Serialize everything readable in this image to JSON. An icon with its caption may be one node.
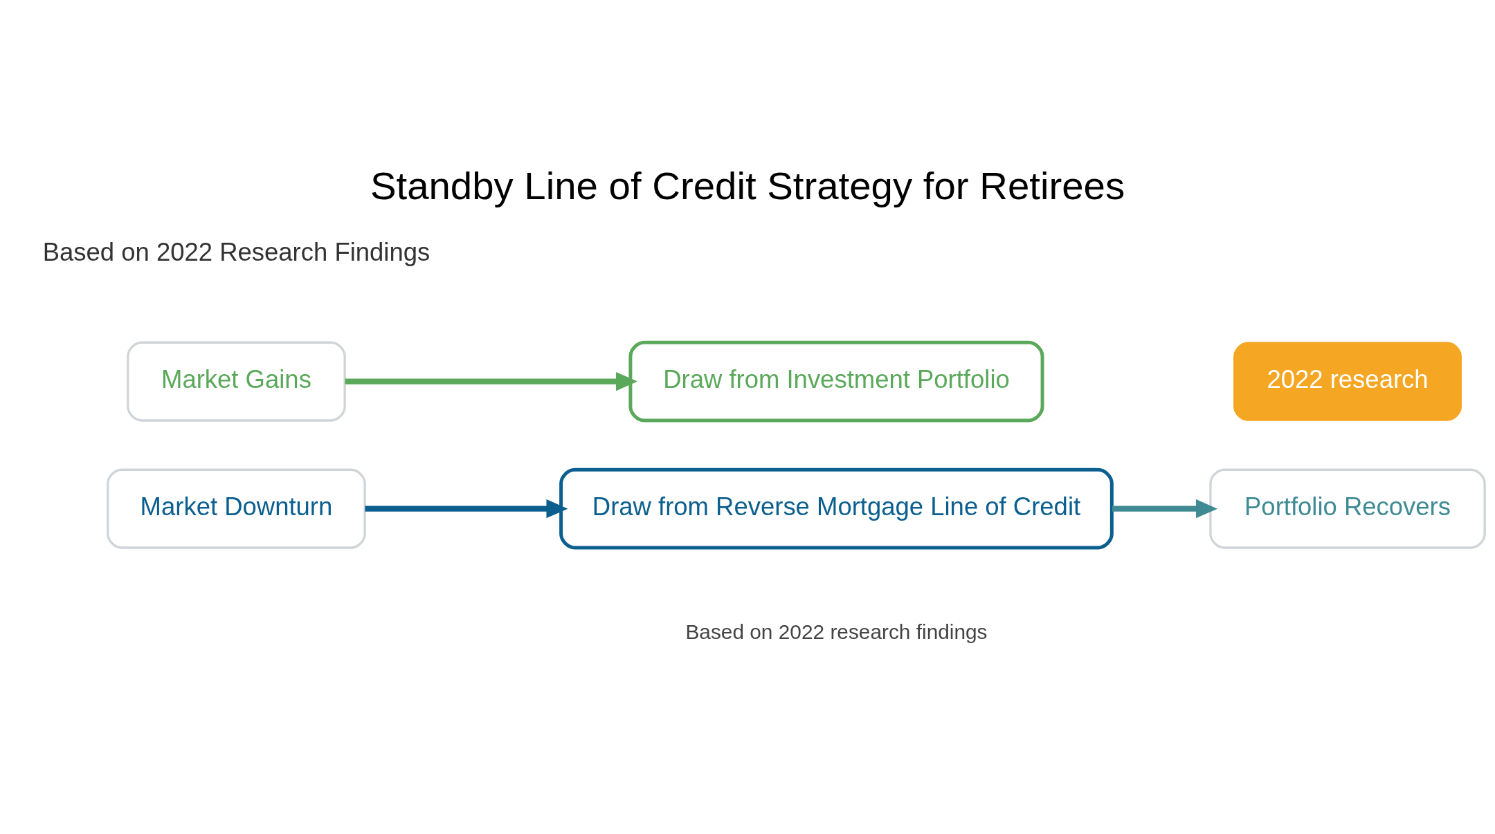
{
  "diagram": {
    "title": "Standby Line of Credit Strategy for Retirees",
    "caption": "Based on 2022 research findings",
    "nodes": [
      {
        "text": [
          "Market Gains"
        ]
      },
      {
        "text": [
          "Market Downturn"
        ]
      },
      {
        "text": [
          "Draw from Investment Portfolio"
        ]
      },
      {
        "text": [
          "Draw from Reverse Mortgage Line of Credit"
        ]
      },
      {
        "text": [
          "Portfolio Recovers"
        ]
      },
      {
        "text": [
          "2022 research"
        ]
      }
    ],
    "edges": [
      {
        "from": 0,
        "to": 2,
        "arrow": "to",
        "color": "#5aa85a"
      },
      {
        "from": 1,
        "to": 3,
        "arrow": "to",
        "color": "#0b5f8e"
      },
      {
        "from": 3,
        "to": 4,
        "arrow": "to",
        "color": "#3f8a93"
      }
    ],
    "labels": [
      "Based on 2022 Research Findings"
    ]
  }
}
